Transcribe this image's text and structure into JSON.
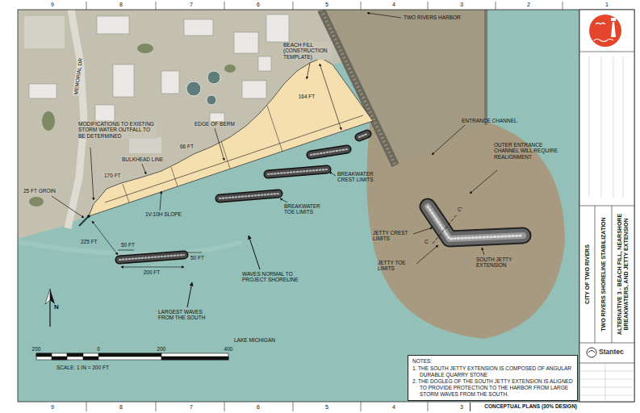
{
  "diagram": {
    "nodes": [
      {
        "text": [
          "NOTES:",
          "1. THE SOUTH JETTY EXTENSION IS COMPOSED OF ANGULAR DURABLE QUARRY STONE",
          "2. THE DOGLEG OF THE SOUTH JETTY EXTENSION IS ALIGNED TO PROVIDE PROTECTION TO THE HARBOR FROM LARGE STORM WAVES FROM THE SOUTH."
        ]
      },
      {
        "text": [
          "CONCEPTUAL PLANS (30% DESIGN)"
        ]
      },
      {
        "text": [
          "CITY OF TWO RIVERS"
        ]
      },
      {
        "text": [
          "TWO RIVERS SHORELINE STABILIZATION"
        ]
      },
      {
        "text": [
          "ALTERNATIVE 3 - BEACH FILL, NEARSHORE BREAKWATERS, AND JETTY EXTENSION"
        ]
      },
      {
        "text": [
          "Stantec"
        ]
      }
    ],
    "labels": [
      "9",
      "8",
      "7",
      "6",
      "5",
      "4",
      "3",
      "2",
      "1",
      "9",
      "8",
      "7",
      "6",
      "5",
      "4",
      "3",
      "MEMORIAL DR",
      "TWO RIVERS HARBOR",
      "BEACH FILL (CONSTRUCTION TEMPLATE)",
      "MODIFICATIONS TO EXISTING STORM WATER OUTFALL TO BE DETERMINED",
      "164 FT",
      "66 FT",
      "EDGE OF BERM",
      "170 FT",
      "BULKHEAD LINE",
      "1V:10H SLOPE",
      "25 FT GROIN",
      "225 FT",
      "50 FT",
      "200 FT",
      "50 FT",
      "BREAKWATER CREST LIMITS",
      "BREAKWATER TOE LIMITS",
      "WAVES NORMAL TO PROJECT SHORELINE",
      "LARGEST WAVES FROM THE SOUTH",
      "LAKE MICHIGAN",
      "ENTRANCE CHANNEL",
      "OUTER ENTRANCE CHANNEL WILL REQUIRE REALIGNMENT",
      "JETTY CREST LIMITS",
      "JETTY TOE LIMITS",
      "SOUTH JETTY EXTENSION",
      "C",
      "C'",
      "N",
      "200",
      "0",
      "200",
      "400",
      "SCALE: 1 IN = 200 FT"
    ]
  }
}
